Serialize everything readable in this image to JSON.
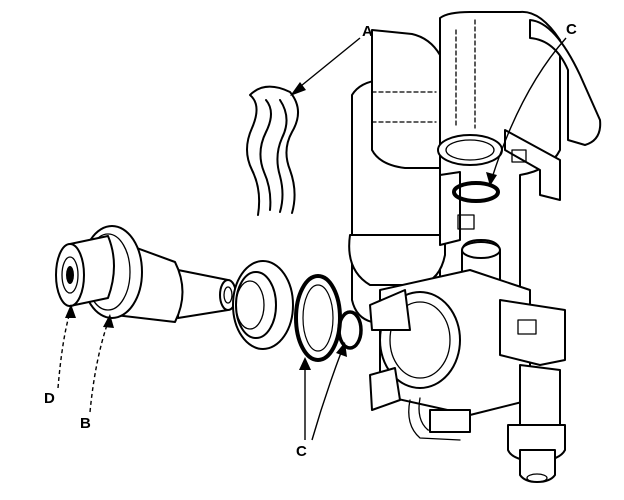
{
  "callouts": {
    "a": "A",
    "b": "B",
    "c_top": "C",
    "c_bottom": "C",
    "d": "D"
  }
}
